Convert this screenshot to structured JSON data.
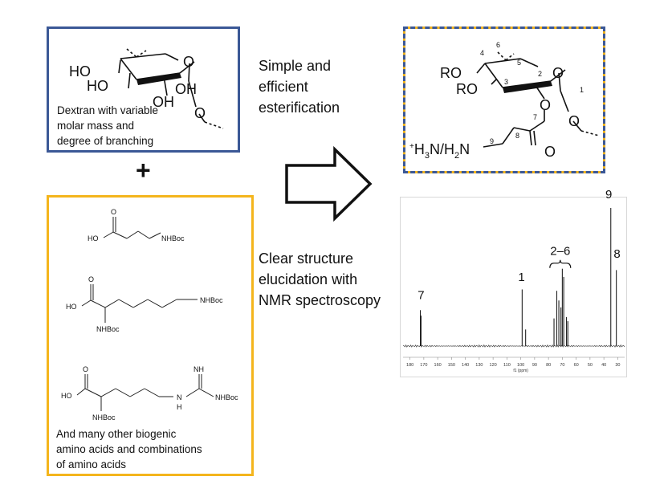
{
  "colors": {
    "blue": "#3b5896",
    "gold": "#f4b51c",
    "nmr_line": "#444444",
    "ink": "#111111"
  },
  "dextran": {
    "caption": "Dextran with variable\nmolar mass and\ndegree of branching",
    "groups": {
      "ho_top": "HO",
      "ho_mid": "HO",
      "oh_low": "OH",
      "oh_high": "OH",
      "ring_o": "O",
      "chain_o": "O"
    }
  },
  "plus_sign": "+",
  "amino_acids": {
    "caption": "And many other biogenic\namino acids and combinations\nof amino acids",
    "beta_alanine": {
      "ho": "HO",
      "o": "O",
      "nhboc": "NHBoc"
    },
    "lysine": {
      "ho": "HO",
      "o": "O",
      "nhboc_side": "NHBoc",
      "nhboc_alpha": "NHBoc"
    },
    "arginine": {
      "ho": "HO",
      "o": "O",
      "nh_top": "NH",
      "nhboc_right": "NHBoc",
      "n_mid": "N",
      "h_mid": "H",
      "nhboc_alpha": "NHBoc"
    }
  },
  "step1_text": "Simple and\nefficient\nesterification",
  "step2_text": "Clear structure\nelucidation with\nNMR spectroscopy",
  "arrow_icon": "big-right-arrow",
  "product": {
    "ro_top": "RO",
    "ro_mid": "RO",
    "ring_o": "O",
    "chain_o": "O",
    "ester_o": "O",
    "carbonyl_o": "O",
    "amine": "H3N/H2N",
    "amine_plus": "+",
    "amine_parts": {
      "h1": "H",
      "sub1": "3",
      "mid": "N/H",
      "sub2": "2",
      "n": "N"
    },
    "numbers": [
      "1",
      "2",
      "3",
      "4",
      "5",
      "6",
      "7",
      "8",
      "9"
    ]
  },
  "chart_data": {
    "type": "line",
    "title": "",
    "xlabel": "f1 (ppm)",
    "xlim": [
      185,
      25
    ],
    "x_reversed": true,
    "xticks": [
      180,
      170,
      160,
      150,
      140,
      130,
      120,
      110,
      100,
      90,
      80,
      70,
      60,
      50,
      40,
      30
    ],
    "grid": false,
    "peaks": [
      {
        "ppm": 172.5,
        "height": 0.26
      },
      {
        "ppm": 172.0,
        "height": 0.22
      },
      {
        "ppm": 99.0,
        "height": 0.41
      },
      {
        "ppm": 96.5,
        "height": 0.12
      },
      {
        "ppm": 76.0,
        "height": 0.2
      },
      {
        "ppm": 74.0,
        "height": 0.4
      },
      {
        "ppm": 72.5,
        "height": 0.33
      },
      {
        "ppm": 71.0,
        "height": 0.28
      },
      {
        "ppm": 70.0,
        "height": 0.56
      },
      {
        "ppm": 69.0,
        "height": 0.5
      },
      {
        "ppm": 67.0,
        "height": 0.21
      },
      {
        "ppm": 66.0,
        "height": 0.18
      },
      {
        "ppm": 35.0,
        "height": 1.0
      },
      {
        "ppm": 31.0,
        "height": 0.55
      }
    ],
    "annotations": [
      {
        "label": "7",
        "ppm": 172.0,
        "height": 0.34
      },
      {
        "label": "1",
        "ppm": 99.5,
        "height": 0.47
      },
      {
        "label": "2–6",
        "ppm": 71.5,
        "height": 0.66
      },
      {
        "label": "9",
        "ppm": 36.5,
        "height": 1.07
      },
      {
        "label": "8",
        "ppm": 30.5,
        "height": 0.64
      }
    ]
  }
}
